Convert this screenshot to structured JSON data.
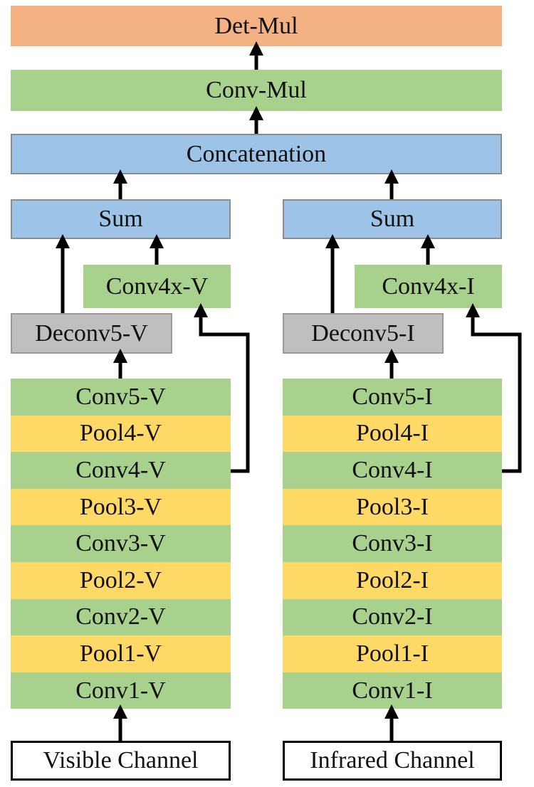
{
  "top": {
    "det_mul": "Det-Mul",
    "conv_mul": "Conv-Mul",
    "concatenation": "Concatenation"
  },
  "visible": {
    "sum": "Sum",
    "conv4x": "Conv4x-V",
    "deconv5": "Deconv5-V",
    "layers": [
      "Conv5-V",
      "Pool4-V",
      "Conv4-V",
      "Pool3-V",
      "Conv3-V",
      "Pool2-V",
      "Conv2-V",
      "Pool1-V",
      "Conv1-V"
    ],
    "input": "Visible Channel"
  },
  "infrared": {
    "sum": "Sum",
    "conv4x": "Conv4x-I",
    "deconv5": "Deconv5-I",
    "layers": [
      "Conv5-I",
      "Pool4-I",
      "Conv4-I",
      "Pool3-I",
      "Conv3-I",
      "Pool2-I",
      "Conv2-I",
      "Pool1-I",
      "Conv1-I"
    ],
    "input": "Infrared Channel"
  },
  "colors": {
    "conv": "#a9d18e",
    "pool": "#ffd966",
    "fusion": "#9dc3e6",
    "deconv": "#bfbfbf",
    "detection": "#f4b183"
  }
}
